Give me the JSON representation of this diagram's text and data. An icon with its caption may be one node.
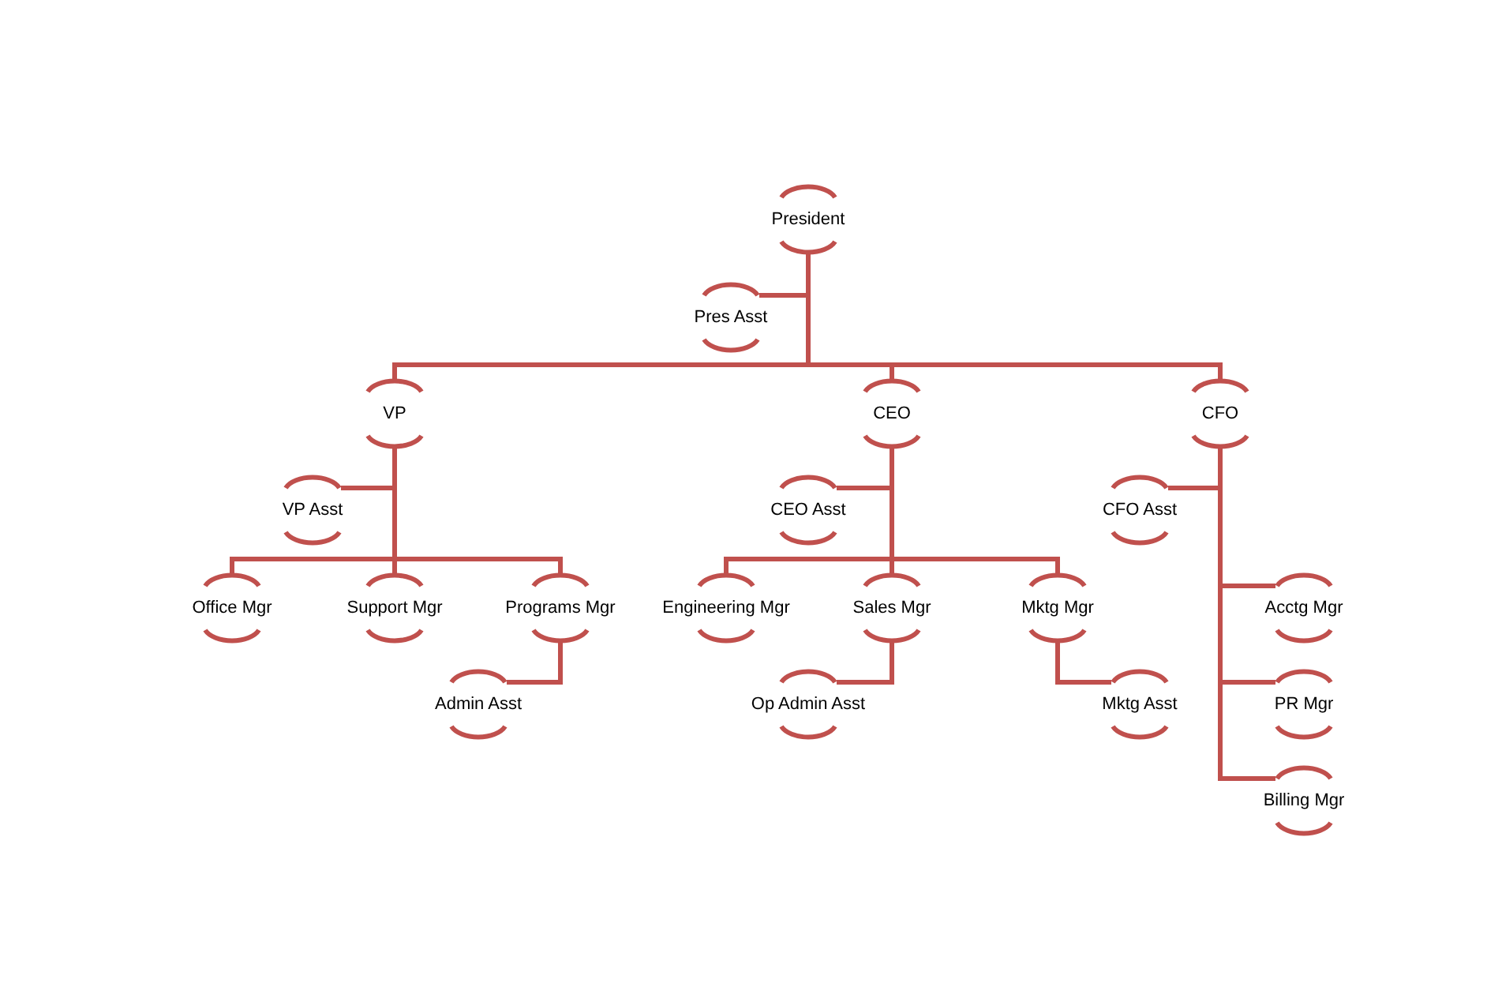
{
  "diagram": {
    "nodes": [
      {
        "text": [
          "President"
        ]
      },
      {
        "text": [
          "Pres Asst"
        ]
      },
      {
        "text": [
          "VP"
        ]
      },
      {
        "text": [
          "CEO"
        ]
      },
      {
        "text": [
          "CFO"
        ]
      },
      {
        "text": [
          "VP Asst"
        ]
      },
      {
        "text": [
          "Office Mgr"
        ]
      },
      {
        "text": [
          "Support Mgr"
        ]
      },
      {
        "text": [
          "Programs Mgr"
        ]
      },
      {
        "text": [
          "Admin Asst"
        ]
      },
      {
        "text": [
          "CEO Asst"
        ]
      },
      {
        "text": [
          "Engineering Mgr"
        ]
      },
      {
        "text": [
          "Sales Mgr"
        ]
      },
      {
        "text": [
          "Mktg Mgr"
        ]
      },
      {
        "text": [
          "Op Admin Asst"
        ]
      },
      {
        "text": [
          "Mktg Asst"
        ]
      },
      {
        "text": [
          "CFO Asst"
        ]
      },
      {
        "text": [
          "Acctg Mgr"
        ]
      },
      {
        "text": [
          "PR Mgr"
        ]
      },
      {
        "text": [
          "Billing Mgr"
        ]
      }
    ],
    "edges": [
      {
        "from": 0,
        "to": 1,
        "arrow": "none"
      },
      {
        "from": 0,
        "to": 2,
        "arrow": "none"
      },
      {
        "from": 0,
        "to": 3,
        "arrow": "none"
      },
      {
        "from": 0,
        "to": 4,
        "arrow": "none"
      },
      {
        "from": 2,
        "to": 5,
        "arrow": "none"
      },
      {
        "from": 2,
        "to": 6,
        "arrow": "none"
      },
      {
        "from": 2,
        "to": 7,
        "arrow": "none"
      },
      {
        "from": 2,
        "to": 8,
        "arrow": "none"
      },
      {
        "from": 8,
        "to": 9,
        "arrow": "none"
      },
      {
        "from": 3,
        "to": 10,
        "arrow": "none"
      },
      {
        "from": 3,
        "to": 11,
        "arrow": "none"
      },
      {
        "from": 3,
        "to": 12,
        "arrow": "none"
      },
      {
        "from": 3,
        "to": 13,
        "arrow": "none"
      },
      {
        "from": 12,
        "to": 14,
        "arrow": "none"
      },
      {
        "from": 13,
        "to": 15,
        "arrow": "none"
      },
      {
        "from": 4,
        "to": 16,
        "arrow": "none"
      },
      {
        "from": 4,
        "to": 17,
        "arrow": "none"
      },
      {
        "from": 4,
        "to": 18,
        "arrow": "none"
      },
      {
        "from": 4,
        "to": 19,
        "arrow": "none"
      }
    ]
  }
}
